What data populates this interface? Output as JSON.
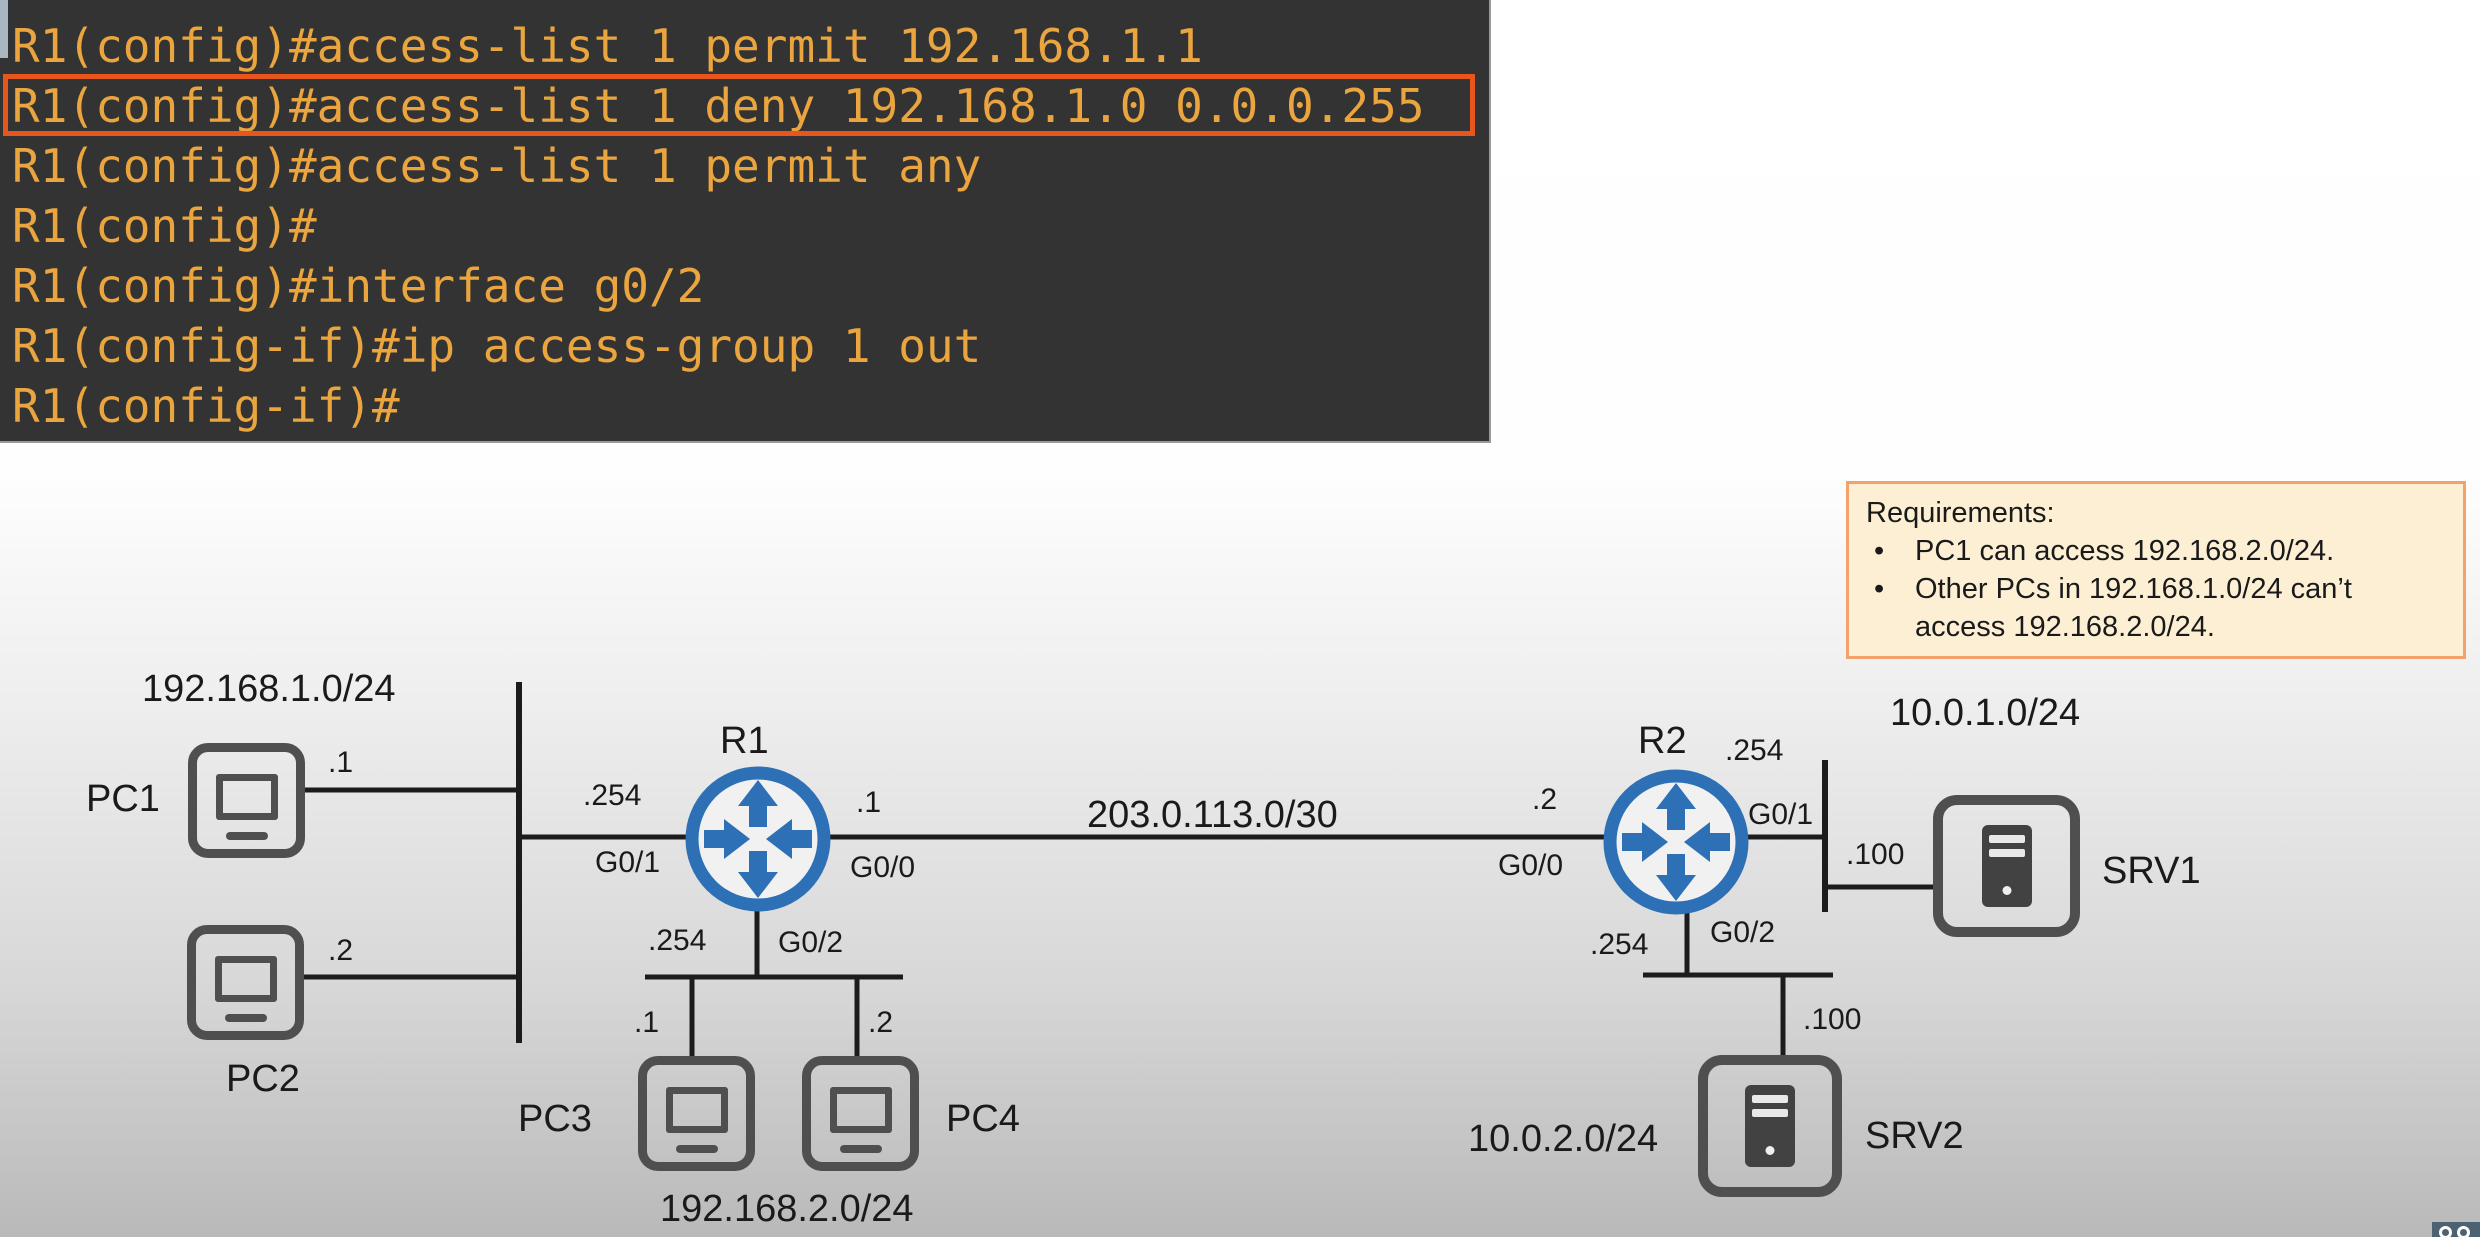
{
  "terminal": {
    "lines": [
      "R1(config)#access-list 1 permit 192.168.1.1",
      "R1(config)#access-list 1 deny 192.168.1.0 0.0.0.255",
      "R1(config)#access-list 1 permit any",
      "R1(config)#",
      "R1(config)#interface g0/2",
      "R1(config-if)#ip access-group 1 out",
      "R1(config-if)#"
    ],
    "colors": {
      "background": "#333333",
      "text": "#EAA53E",
      "highlight_border": "#E7571D"
    }
  },
  "requirements": {
    "title": "Requirements:",
    "bullets": [
      "PC1 can access 192.168.2.0/24.",
      "Other PCs in 192.168.1.0/24 can’t access 192.168.2.0/24."
    ],
    "colors": {
      "background": "#FCEFD4",
      "border": "#F2A36C"
    }
  },
  "topology": {
    "subnet_labels": {
      "lan1": "192.168.1.0/24",
      "lan2": "192.168.2.0/24",
      "wan": "203.0.113.0/30",
      "net_srv1": "10.0.1.0/24",
      "net_srv2": "10.0.2.0/24"
    },
    "node_labels": {
      "pc1": "PC1",
      "pc2": "PC2",
      "pc3": "PC3",
      "pc4": "PC4",
      "r1": "R1",
      "r2": "R2",
      "srv1": "SRV1",
      "srv2": "SRV2"
    },
    "ip_labels": {
      "pc1": ".1",
      "pc2": ".2",
      "pc3": ".1",
      "pc4": ".2",
      "r1_g01": ".254",
      "r1_g00": ".1",
      "r1_g02": ".254",
      "r2_g00": ".2",
      "r2_g01": ".254",
      "r2_g02": ".254",
      "srv1": ".100",
      "srv2": ".100"
    },
    "interface_labels": {
      "r1_left": "G0/1",
      "r1_right": "G0/0",
      "r1_down": "G0/2",
      "r2_left": "G0/0",
      "r2_right": "G0/1",
      "r2_down": "G0/2"
    },
    "colors": {
      "router_blue": "#2D70B5",
      "device_gray": "#4F4F4F",
      "wire": "#1C1C1C"
    }
  }
}
